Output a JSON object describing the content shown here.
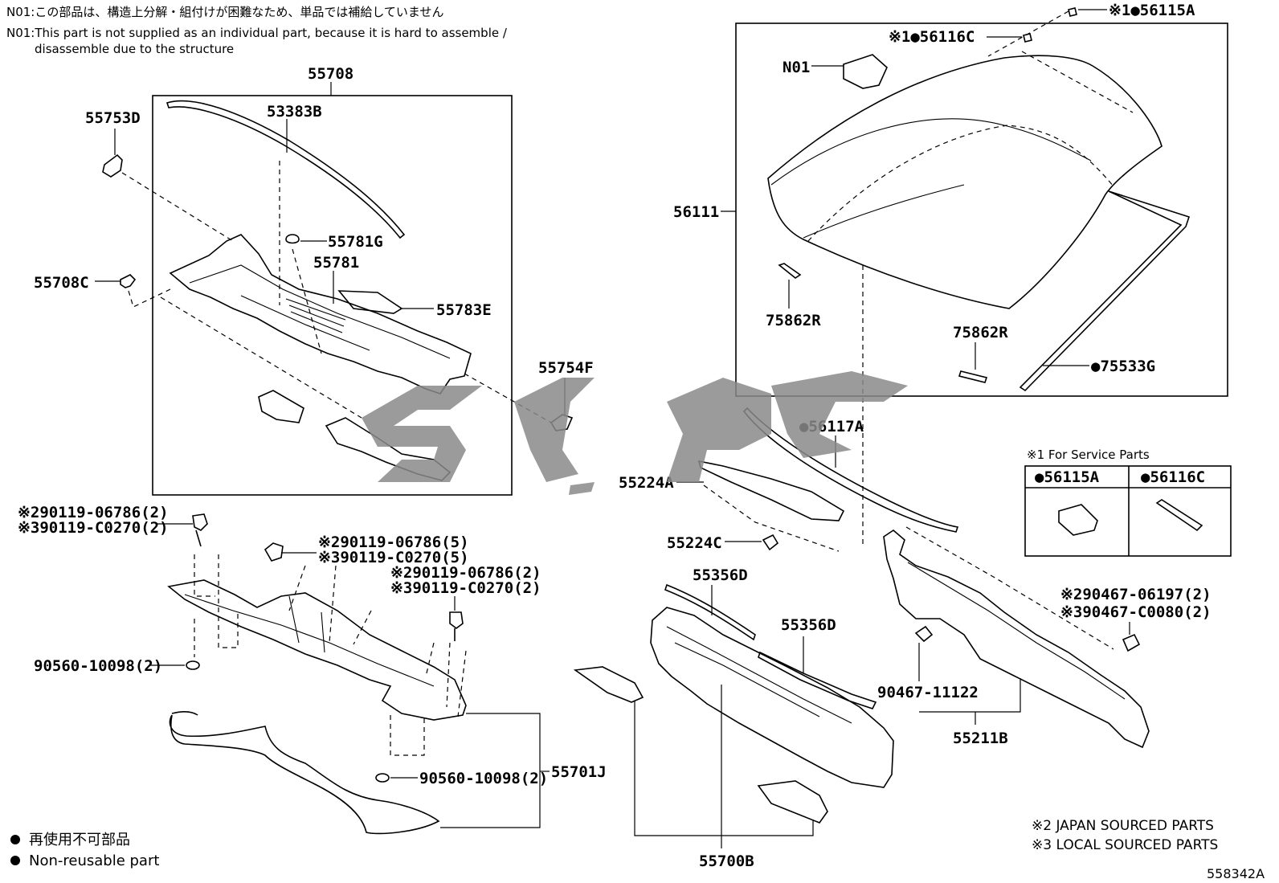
{
  "notes": {
    "n01_jp": "N01:この部品は、構造上分解・組付けが困難なため、単品では補給していません",
    "n01_en_line1": "N01:This part is not supplied as an individual part, because it is hard to assemble /",
    "n01_en_line2": "disassemble due to the structure"
  },
  "callouts": {
    "p55708": "55708",
    "p53383B": "53383B",
    "p55753D": "55753D",
    "p55781G": "55781G",
    "p55781": "55781",
    "p55708C": "55708C",
    "p55783E": "55783E",
    "p55754F": "55754F",
    "pN01": "N01",
    "p56116C_top": "※1●56116C",
    "p56115A_top": "※1●56115A",
    "p56111": "56111",
    "p75862R_left": "75862R",
    "p75862R_right": "75862R",
    "p75533G": "●75533G",
    "p56117A": "●56117A",
    "p55224A": "55224A",
    "p55224C": "55224C",
    "p55356D_a": "55356D",
    "p55356D_b": "55356D",
    "p55700B": "55700B",
    "p55211B": "55211B",
    "p90467_11122": "90467-11122",
    "p90467_06197": "※290467-06197(2)",
    "p90467_C0080": "※390467-C0080(2)",
    "p90119_a1": "※290119-06786(2)",
    "p90119_a2": "※390119-C0270(2)",
    "p90119_b1": "※290119-06786(5)",
    "p90119_b2": "※390119-C0270(5)",
    "p90119_c1": "※290119-06786(2)",
    "p90119_c2": "※390119-C0270(2)",
    "p90560_a": "90560-10098(2)",
    "p90560_b": "90560-10098(2)",
    "p55701J": "55701J"
  },
  "service_table": {
    "title": "※1 For Service Parts",
    "col1": "●56115A",
    "col2": "●56116C"
  },
  "legend": {
    "jp": "再使用不可部品",
    "en": "Non-reusable part",
    "japan_sourced": "※2 JAPAN SOURCED PARTS",
    "local_sourced": "※3 LOCAL SOURCED PARTS"
  },
  "diagram_id": "558342A",
  "watermark_color": "#8a8a8a"
}
